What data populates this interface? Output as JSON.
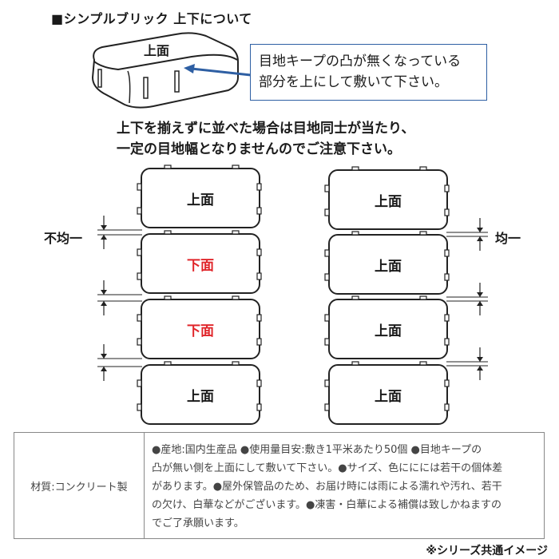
{
  "heading": "■シンプルブリック 上下について",
  "iso_brick": {
    "top_label": "上面"
  },
  "callout": {
    "line1": "目地キープの凸が無くなっている",
    "line2": "部分を上にして敷いて下さい。"
  },
  "note": {
    "line1": "上下を揃えずに並べた場合は目地同士が当たり、",
    "line2": "一定の目地幅となりませんのでご注意下さい。"
  },
  "left_column": {
    "label": "不均一",
    "bricks": [
      {
        "label": "上面",
        "red": false
      },
      {
        "label": "下面",
        "red": true
      },
      {
        "label": "下面",
        "red": true
      },
      {
        "label": "上面",
        "red": false
      }
    ]
  },
  "right_column": {
    "label": "均一",
    "bricks": [
      {
        "label": "上面",
        "red": false
      },
      {
        "label": "上面",
        "red": false
      },
      {
        "label": "上面",
        "red": false
      },
      {
        "label": "上面",
        "red": false
      }
    ]
  },
  "colors": {
    "accent_blue": "#2e5fa3",
    "bottom_face_red": "#e0262b"
  },
  "spec": {
    "label": "材質:コンクリート製",
    "body": "●産地:国内生産品 ●使用量目安:敷き1平米あたり50個 ●目地キープの\n凸が無い側を上面にして敷いて下さい。●サイズ、色ににには若干の個体差\nがあります。●屋外保管品のため、お届け時には雨による濡れや汚れ、若干\nの欠け、白華などがございます。●凍害・白華による補償は致しかねますの\nでご了承願います。"
  },
  "footnote": "※シリーズ共通イメージ"
}
